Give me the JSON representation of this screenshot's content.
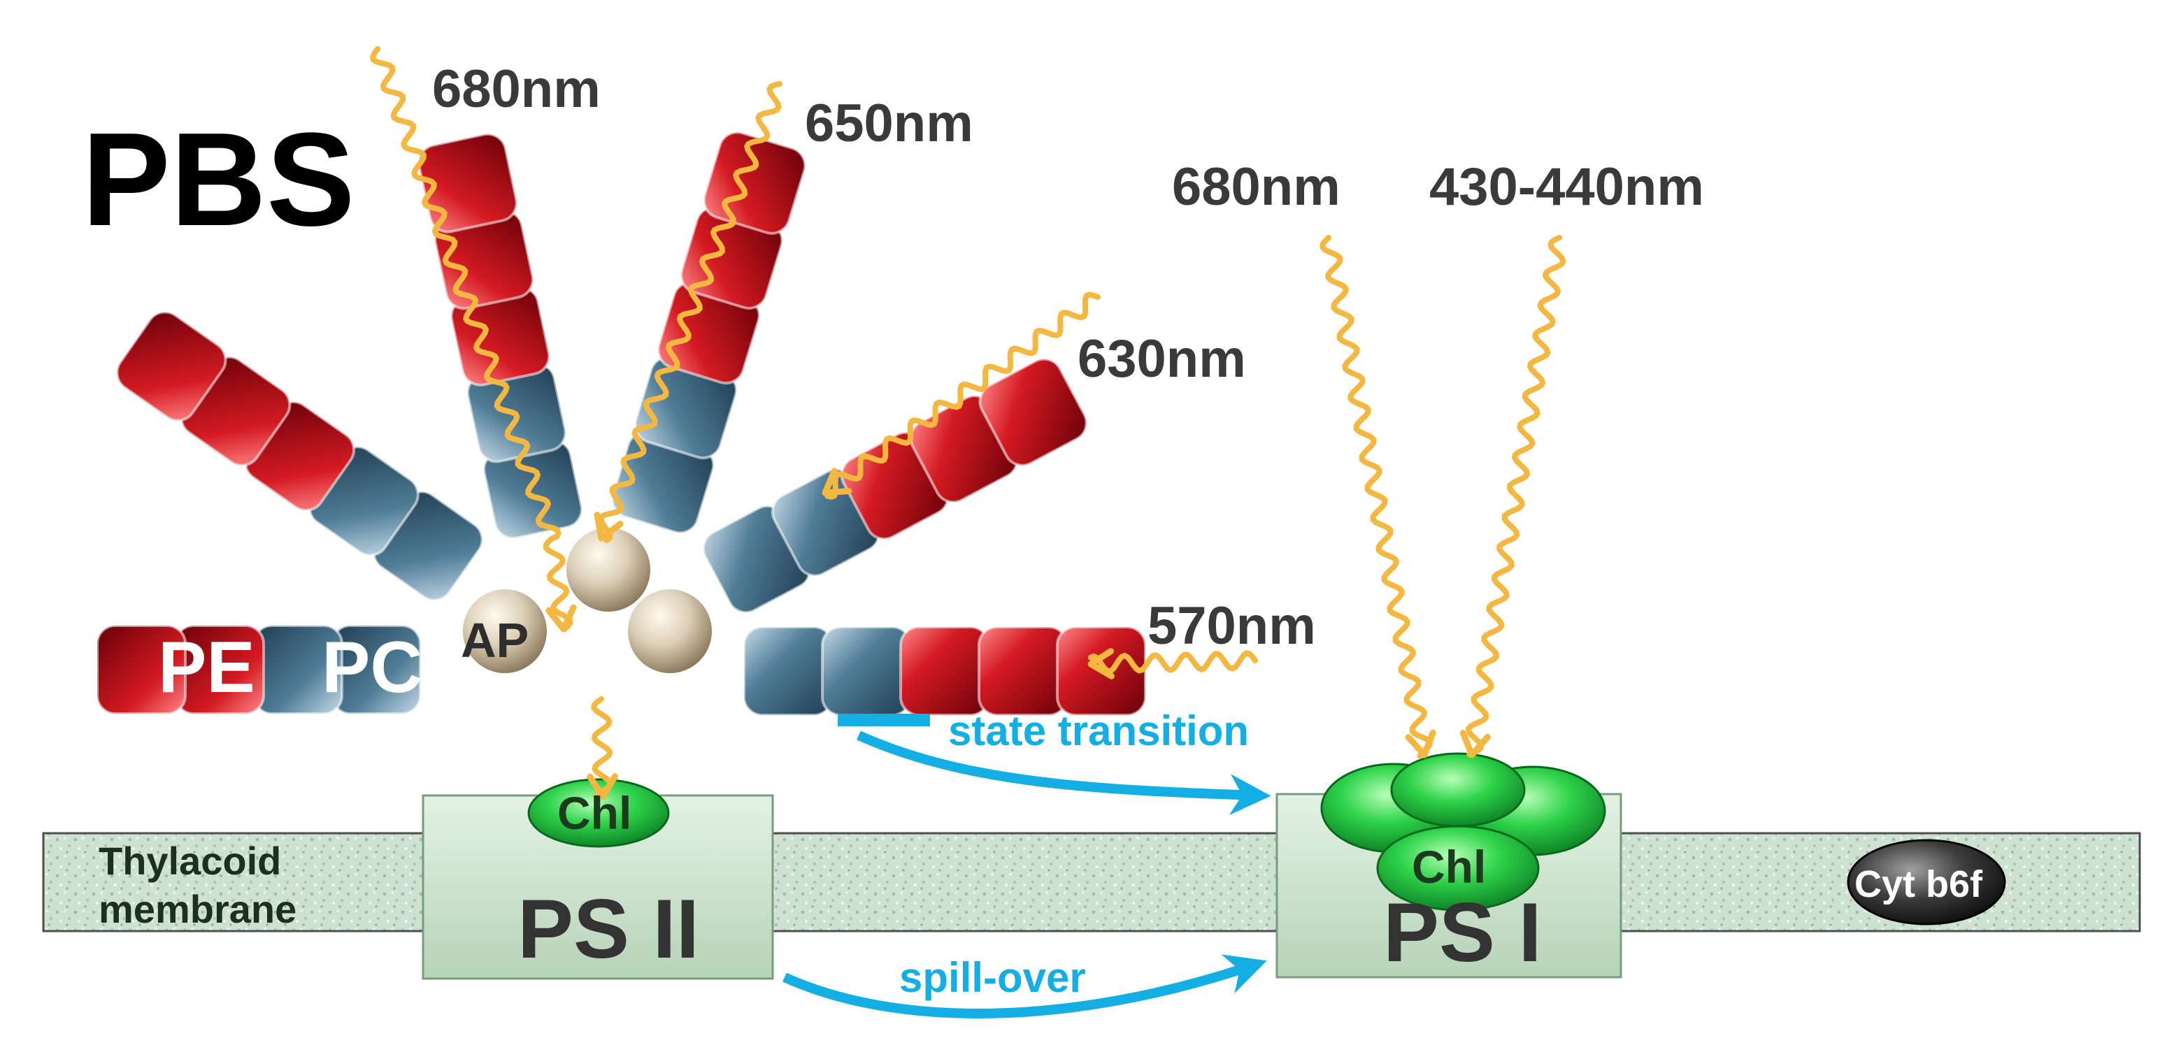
{
  "title": "PBS",
  "wavelengths": {
    "rod_top_left": "680nm",
    "rod_top_middle": "650nm",
    "rod_right_upper": "630nm",
    "rod_right_lower": "570nm",
    "psi_left": "680nm",
    "psi_right": "430-440nm"
  },
  "pigments": {
    "pe": "PE",
    "pc": "PC",
    "ap": "AP"
  },
  "photosystems": {
    "ps2_label": "PS II",
    "ps2_chl": "Chl",
    "ps1_label": "PS I",
    "ps1_chl": "Chl"
  },
  "membrane": {
    "line1": "Thylacoid",
    "line2": "membrane"
  },
  "processes": {
    "state_transition": "state transition",
    "spill_over": "spill-over"
  },
  "cyt": "Cyt b6f",
  "colors": {
    "phycoerythrin": "#c0141d",
    "phycocyanin": "#3f6a84",
    "allophycocyanin": "#d9ccb4",
    "light": "#f4b740",
    "energy_transfer": "#13aee3",
    "chlorophyll": "#26c43c",
    "photosystem_box": "#cfe5cf",
    "membrane": "#c9dfcf",
    "cyt_b6f": "#3c3c3c"
  }
}
